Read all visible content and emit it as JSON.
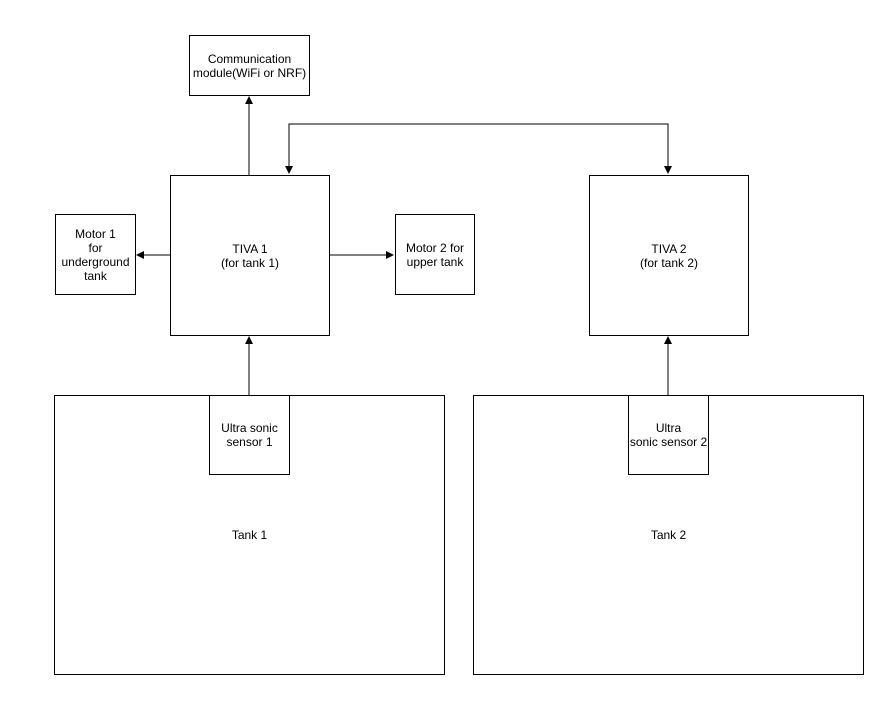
{
  "nodes": {
    "comm": "Communication\nmodule(WiFi or NRF)",
    "tiva1": "TIVA 1\n(for tank 1)",
    "tiva2": "TIVA 2\n(for tank 2)",
    "motor1": "Motor 1\nfor\nunderground\ntank",
    "motor2": "Motor 2 for\nupper tank",
    "tank1": "Tank 1",
    "tank2": "Tank 2",
    "sensor1": "Ultra sonic\nsensor 1",
    "sensor2": "Ultra\nsonic sensor 2"
  },
  "edges": [
    {
      "from": "tiva1",
      "to": "comm"
    },
    {
      "from": "tiva1",
      "to": "motor1"
    },
    {
      "from": "tiva1",
      "to": "motor2"
    },
    {
      "from": "sensor1",
      "to": "tiva1"
    },
    {
      "from": "sensor2",
      "to": "tiva2"
    },
    {
      "from": "tiva1",
      "to": "tiva2",
      "bidirectional": true
    }
  ]
}
